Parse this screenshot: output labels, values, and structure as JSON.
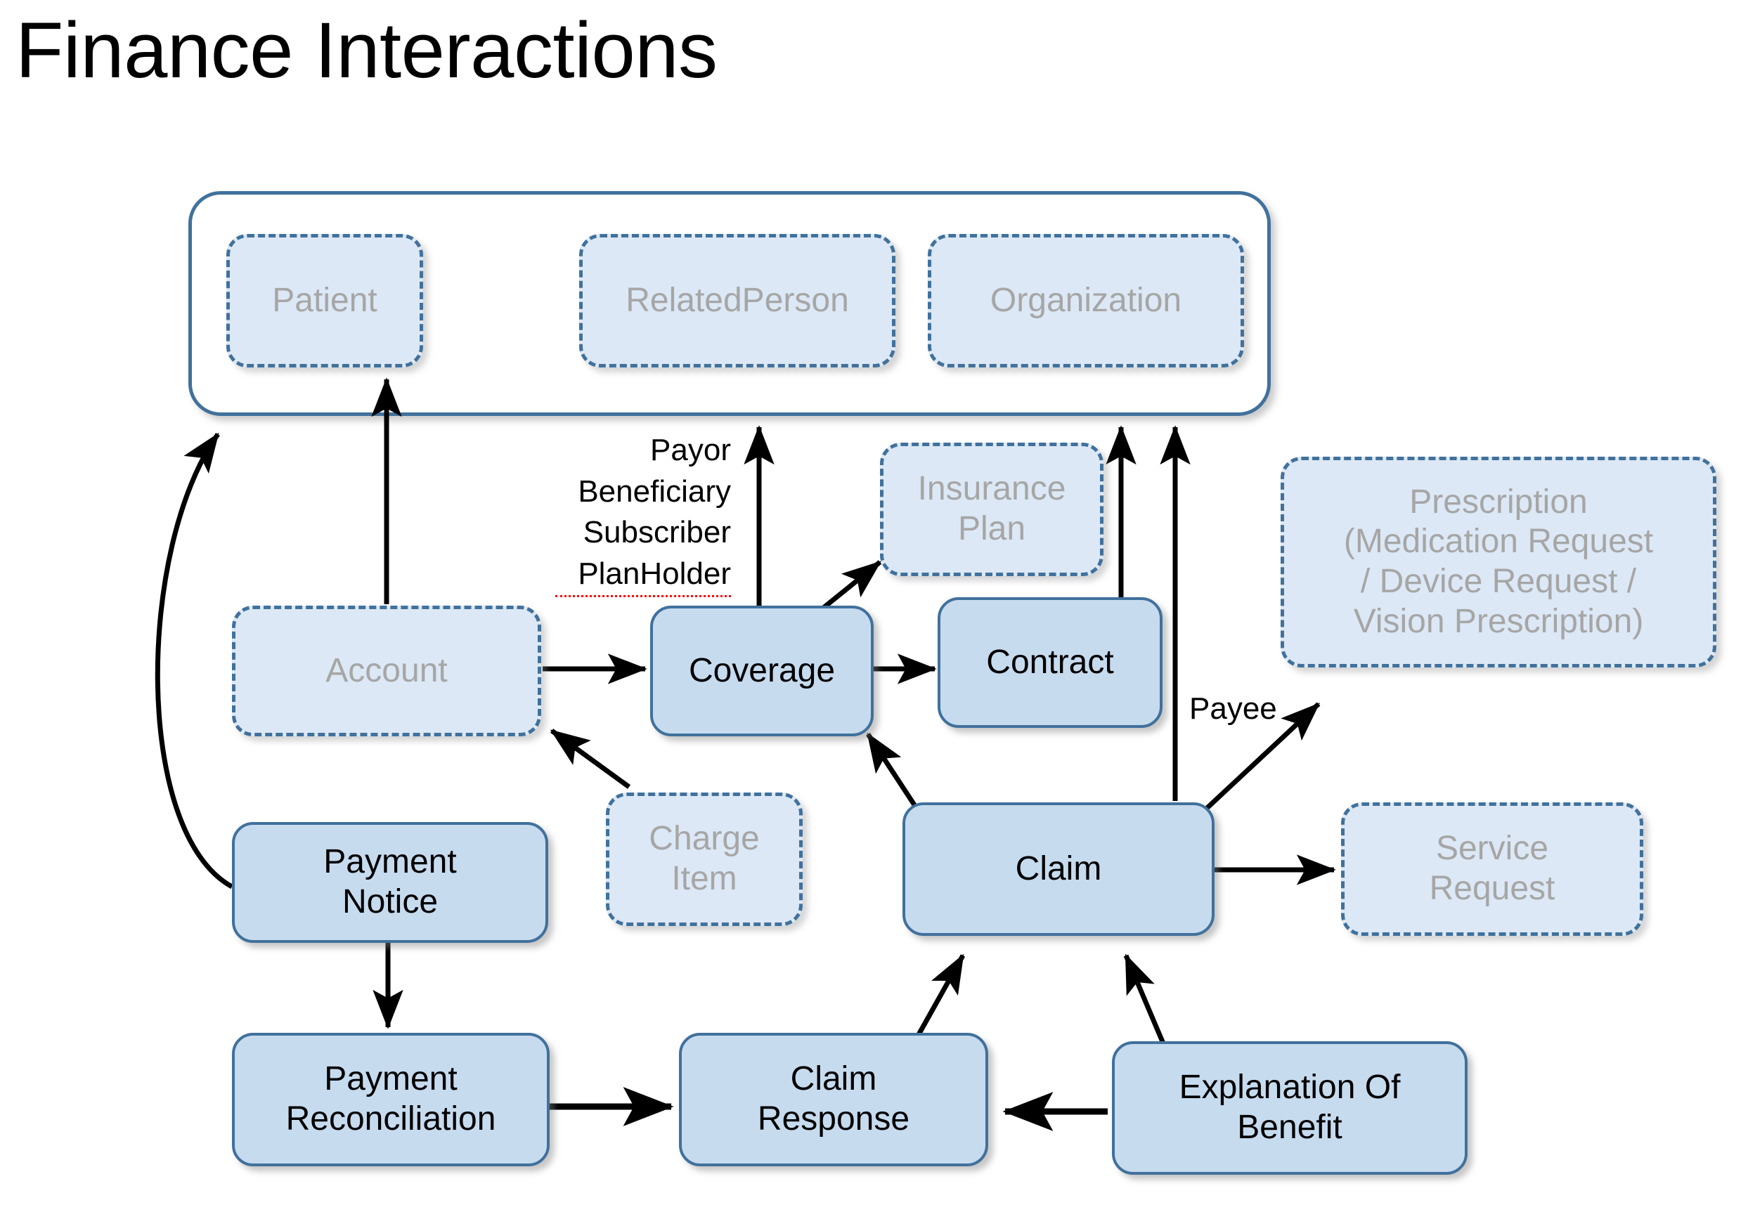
{
  "title": "Finance Interactions",
  "palette": {
    "solid_fill": "#c7dbef",
    "dashed_fill": "#dce8f5",
    "border": "#41719c",
    "solid_text": "#000000",
    "dashed_text": "#a6a6a6",
    "arrow": "#000000",
    "spellcheck_underline": "#ff0000"
  },
  "group": {
    "name": "actor-group",
    "members": [
      "Patient",
      "RelatedPerson",
      "Organization"
    ]
  },
  "nodes": [
    {
      "id": "patient",
      "label": "Patient",
      "style": "dashed"
    },
    {
      "id": "related-person",
      "label": "RelatedPerson",
      "style": "dashed"
    },
    {
      "id": "organization",
      "label": "Organization",
      "style": "dashed"
    },
    {
      "id": "insurance-plan",
      "label": "Insurance\nPlan",
      "line1": "Insurance",
      "line2": "Plan",
      "style": "dashed"
    },
    {
      "id": "prescription",
      "label": "Prescription (Medication Request / Device Request / Vision Prescription)",
      "line1": "Prescription",
      "line2": "(Medication Request",
      "line3": "/ Device Request /",
      "line4": "Vision Prescription)",
      "style": "dashed"
    },
    {
      "id": "account",
      "label": "Account",
      "style": "dashed"
    },
    {
      "id": "coverage",
      "label": "Coverage",
      "style": "solid"
    },
    {
      "id": "contract",
      "label": "Contract",
      "style": "solid"
    },
    {
      "id": "charge-item",
      "label": "Charge Item",
      "line1": "Charge",
      "line2": "Item",
      "style": "dashed"
    },
    {
      "id": "payment-notice",
      "label": "Payment Notice",
      "line1": "Payment",
      "line2": "Notice",
      "style": "solid"
    },
    {
      "id": "claim",
      "label": "Claim",
      "style": "solid"
    },
    {
      "id": "service-request",
      "label": "Service Request",
      "line1": "Service",
      "line2": "Request",
      "style": "dashed"
    },
    {
      "id": "payment-reconciliation",
      "label": "Payment Reconciliation",
      "line1": "Payment",
      "line2": "Reconciliation",
      "style": "solid"
    },
    {
      "id": "claim-response",
      "label": "Claim Response",
      "line1": "Claim",
      "line2": "Response",
      "style": "solid"
    },
    {
      "id": "explanation-of-benefit",
      "label": "Explanation Of Benefit",
      "line1": "Explanation Of",
      "line2": "Benefit",
      "style": "solid"
    }
  ],
  "edge_labels": {
    "coverage_to_actors": [
      "Payor",
      "Beneficiary",
      "Subscriber",
      "PlanHolder"
    ],
    "coverage_to_actors_line1": "Payor",
    "coverage_to_actors_line2": "Beneficiary",
    "coverage_to_actors_line3": "Subscriber",
    "coverage_to_actors_line4": "PlanHolder",
    "claim_to_prescription": "Payee"
  },
  "edges": [
    {
      "from": "account",
      "to": "patient",
      "label": ""
    },
    {
      "from": "account",
      "to": "coverage",
      "label": ""
    },
    {
      "from": "coverage",
      "to": "actor-group",
      "label": "Payor Beneficiary Subscriber PlanHolder"
    },
    {
      "from": "coverage",
      "to": "insurance-plan",
      "label": ""
    },
    {
      "from": "coverage",
      "to": "contract",
      "label": ""
    },
    {
      "from": "contract",
      "to": "actor-group",
      "label": ""
    },
    {
      "from": "claim",
      "to": "actor-group",
      "label": ""
    },
    {
      "from": "claim",
      "to": "prescription",
      "label": "Payee"
    },
    {
      "from": "claim",
      "to": "service-request",
      "label": ""
    },
    {
      "from": "claim",
      "to": "coverage",
      "label": ""
    },
    {
      "from": "charge-item",
      "to": "account",
      "label": ""
    },
    {
      "from": "payment-notice",
      "to": "actor-group",
      "label": ""
    },
    {
      "from": "payment-notice",
      "to": "payment-reconciliation",
      "label": ""
    },
    {
      "from": "payment-reconciliation",
      "to": "claim-response",
      "label": ""
    },
    {
      "from": "claim-response",
      "to": "claim",
      "label": ""
    },
    {
      "from": "explanation-of-benefit",
      "to": "claim-response",
      "label": ""
    },
    {
      "from": "explanation-of-benefit",
      "to": "claim",
      "label": ""
    }
  ]
}
